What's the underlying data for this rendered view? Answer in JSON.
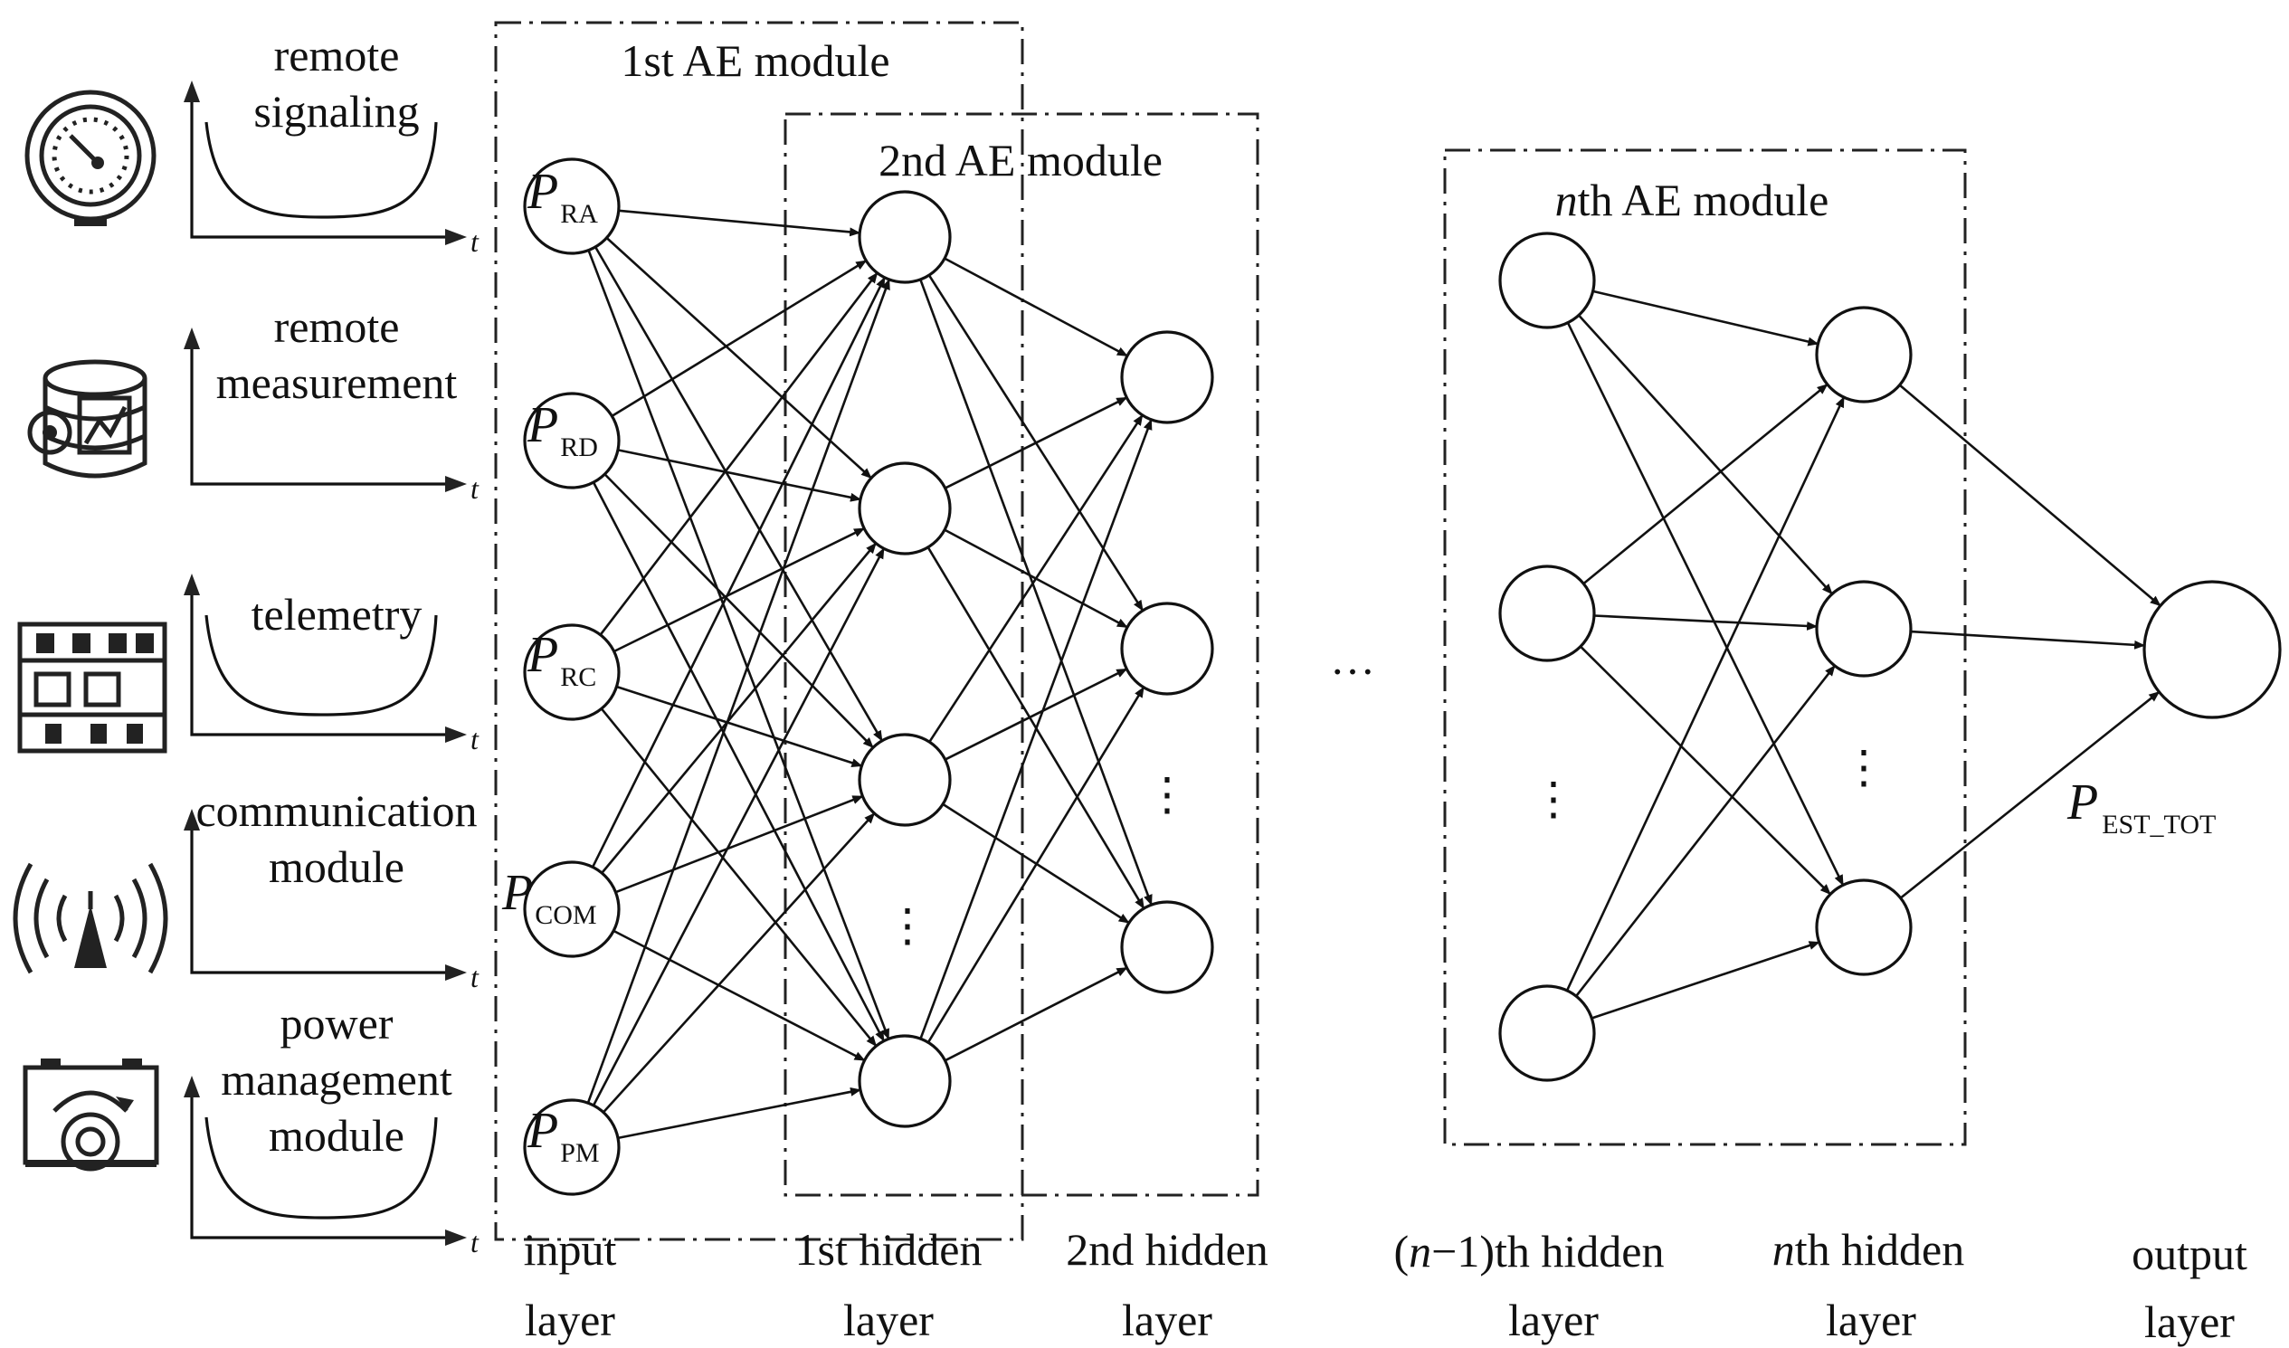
{
  "signals": [
    {
      "label_lines": [
        "remote",
        "signaling"
      ],
      "icon": "dial-gauge-icon",
      "curve": "bathtub"
    },
    {
      "label_lines": [
        "remote",
        "measurement"
      ],
      "icon": "database-gear-icon",
      "curve": "none"
    },
    {
      "label_lines": [
        "telemetry"
      ],
      "icon": "circuit-breaker-icon",
      "curve": "bathtub"
    },
    {
      "label_lines": [
        "communication",
        "module"
      ],
      "icon": "antenna-icon",
      "curve": "none"
    },
    {
      "label_lines": [
        "power",
        "management",
        "module"
      ],
      "icon": "battery-knob-icon",
      "curve": "bathtub"
    }
  ],
  "axis_label": "t",
  "modules": {
    "first": "1st AE module",
    "second": "2nd AE module",
    "nth_prefix": "n",
    "nth_suffix": "th AE module"
  },
  "inputs": [
    {
      "symbol": "P",
      "subscript": "RA"
    },
    {
      "symbol": "P",
      "subscript": "RD"
    },
    {
      "symbol": "P",
      "subscript": "RC"
    },
    {
      "symbol": "P",
      "subscript": "COM"
    },
    {
      "symbol": "P",
      "subscript": "PM"
    }
  ],
  "output": {
    "symbol": "P",
    "subscript": "EST_TOT"
  },
  "ellipsis_vertical": "⋮",
  "ellipsis_horizontal": "…",
  "layer_labels": {
    "input": [
      "input",
      "layer"
    ],
    "hidden1": [
      "1st hidden",
      "layer"
    ],
    "hidden2": [
      "2nd hidden",
      "layer"
    ],
    "hidden_n_minus_1": {
      "line1_pre": "(",
      "line1_n": "n",
      "line1_post": "−1)th hidden",
      "line2": "layer"
    },
    "hidden_n": {
      "line1_n": "n",
      "line1_post": "th hidden",
      "line2": "layer"
    },
    "output": [
      "output",
      "layer"
    ]
  },
  "colors": {
    "line": "#111111",
    "background": "#ffffff"
  }
}
